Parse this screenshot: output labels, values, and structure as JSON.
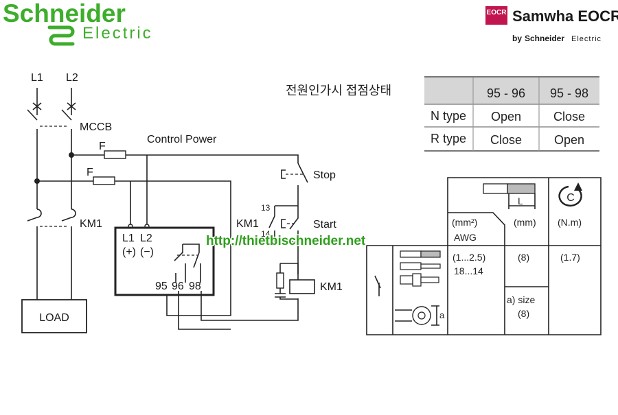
{
  "logos": {
    "schneider_word": "Schneider",
    "schneider_sub": "Electric",
    "eocr_badge": "EOCR",
    "samwha_name": "Samwha EOCR",
    "by_prefix": "by",
    "by_brand": "Schneider",
    "by_suffix": "Electric",
    "colors": {
      "schneider_green": "#3dae2b",
      "eocr_red": "#c0154f"
    }
  },
  "circuit": {
    "l1": "L1",
    "l2": "L2",
    "mccb": "MCCB",
    "fuse_top": "F",
    "fuse_bottom": "F",
    "control_power": "Control Power",
    "stop": "Stop",
    "start": "Start",
    "km1_main": "KM1",
    "km1_aux": "KM1",
    "km1_coil": "KM1",
    "terminal_13": "13",
    "terminal_14": "14",
    "load": "LOAD",
    "relay": {
      "l1": "L1",
      "l2": "L2",
      "plus": "(+)",
      "minus": "(−)",
      "t95": "95",
      "t96": "96",
      "t98": "98"
    },
    "watermark": "http://thietbischneider.net"
  },
  "contact_table": {
    "caption": "전원인가시 접점상태",
    "headers": [
      "",
      "95 - 96",
      "95 - 98"
    ],
    "rows": [
      [
        "N type",
        "Open",
        "Close"
      ],
      [
        "R type",
        "Close",
        "Open"
      ]
    ]
  },
  "wiring_table": {
    "l_label": "L",
    "c_label": "C",
    "col1_unit": "(mm²)",
    "col1_awg": "AWG",
    "col2_unit": "(mm)",
    "col3_unit": "(N.m)",
    "col1_range": "(1...2.5)",
    "col1_awg_range": "18...14",
    "col2_value": "(8)",
    "col3_value": "(1.7)",
    "a_size": "a) size",
    "a_value": "(8)",
    "a_label": "a"
  }
}
